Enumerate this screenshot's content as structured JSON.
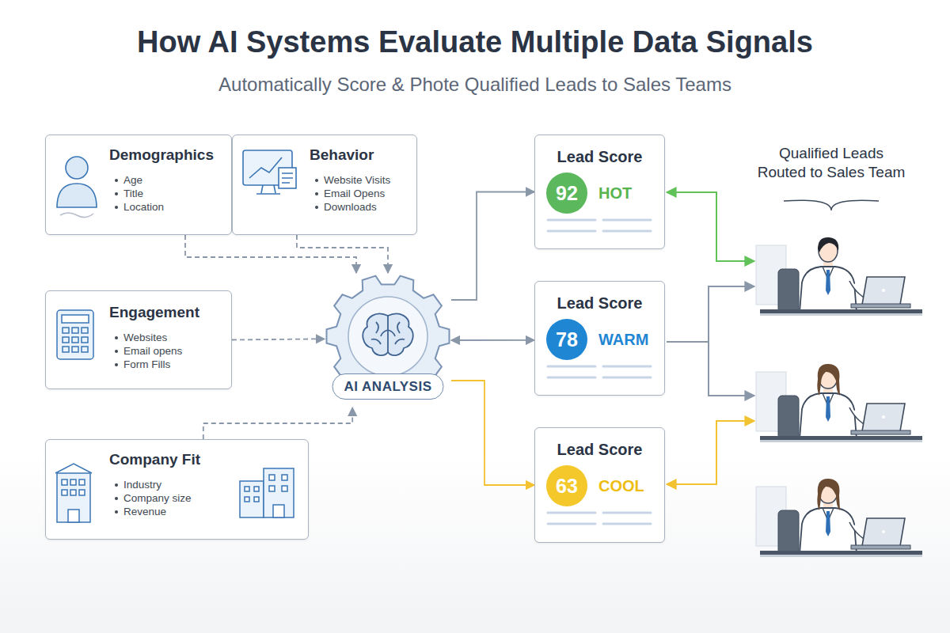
{
  "diagram": {
    "title": "How AI Systems Evaluate Multiple Data Signals",
    "nodes": [
      {
        "text": [
          "Demographics",
          "Age",
          "Title",
          "Location"
        ]
      },
      {
        "text": [
          "Behavior",
          "Website Visits",
          "Email Opens",
          "Downloads"
        ]
      },
      {
        "text": [
          "Engagement",
          "Websites",
          "Email opens",
          "Form Fills"
        ]
      },
      {
        "text": [
          "Company Fit",
          "Industry",
          "Company size",
          "Revenue"
        ]
      },
      {
        "text": [
          "AI ANALYSIS"
        ]
      },
      {
        "text": [
          "Lead Score",
          "92",
          "HOT"
        ]
      },
      {
        "text": [
          "Lead Score",
          "78",
          "WARM"
        ]
      },
      {
        "text": [
          "Lead Score",
          "63",
          "COOL"
        ]
      }
    ],
    "edges": [
      {
        "from": 0,
        "to": 4,
        "arrow": "to"
      },
      {
        "from": 1,
        "to": 4,
        "arrow": "to"
      },
      {
        "from": 2,
        "to": 4,
        "arrow": "to"
      },
      {
        "from": 3,
        "to": 4,
        "arrow": "to"
      },
      {
        "from": 4,
        "to": 5,
        "arrow": "to"
      },
      {
        "from": 4,
        "to": 6,
        "arrow": "both"
      },
      {
        "from": 4,
        "to": 7,
        "arrow": "to"
      }
    ],
    "labels": [
      "Automatically Score & Phote Qualified Leads to Sales Teams",
      "Qualified Leads Routed to Sales Team"
    ]
  }
}
